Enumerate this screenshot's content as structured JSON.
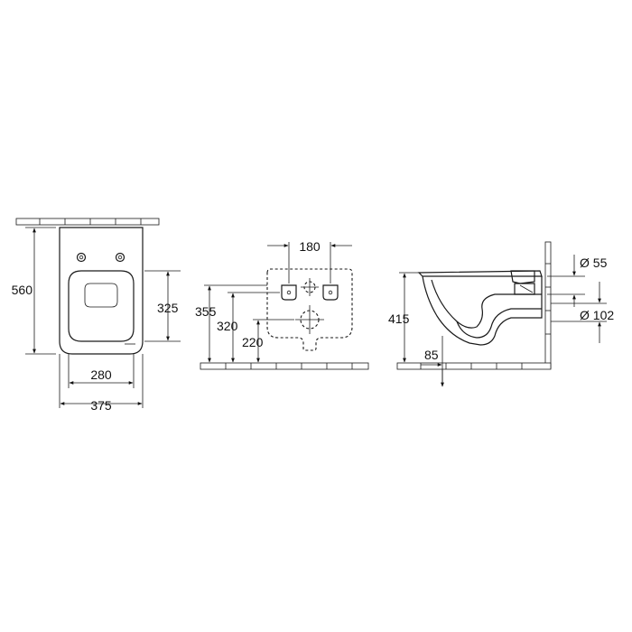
{
  "views": {
    "top": {
      "height_total": "560",
      "seat_mount_height": "325",
      "inner_width": "280",
      "outer_width": "375"
    },
    "wall": {
      "hole_spacing": "180",
      "top_bolt_height": "355",
      "lower_bolt_height": "320",
      "drain_height": "220"
    },
    "side": {
      "height": "415",
      "outlet_offset": "85",
      "inlet_diameter": "Ø 55",
      "outlet_diameter": "Ø 102"
    }
  },
  "colors": {
    "line": "#1a1a1a",
    "background": "#ffffff"
  }
}
